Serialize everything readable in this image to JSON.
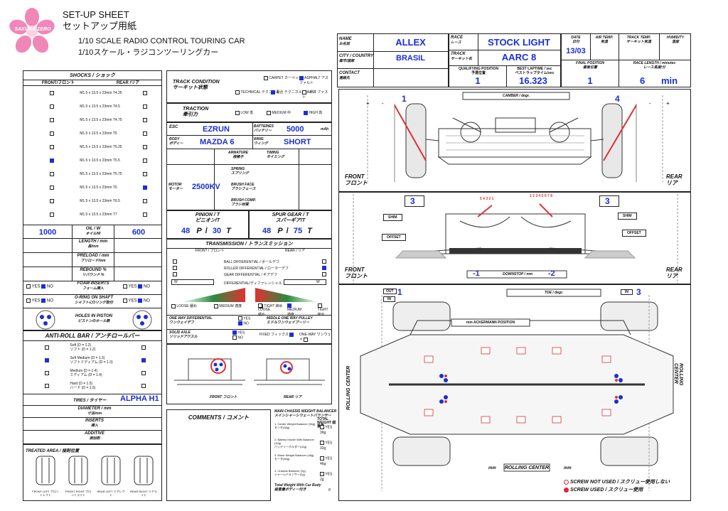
{
  "header": {
    "logo_text": "SAKURA ZERO",
    "title_en": "SET-UP SHEET",
    "title_jp": "セットアップ用紙",
    "scale_en": "1/10 SCALE RADIO CONTROL TOURING CAR",
    "scale_jp": "1/10スケール・ラジコンツーリングカー"
  },
  "info": {
    "name_label": "NAME",
    "name_label_jp": "お名前",
    "name_value": "ALLEX",
    "city_label": "CITY / COUNTRY",
    "city_label_jp": "都市/国家",
    "city_value": "BRASIL",
    "contact_label": "CONTACT",
    "contact_label_jp": "連絡先",
    "race_label": "RACE",
    "race_label_jp": "レース",
    "race_value": "STOCK LIGHT",
    "track_label": "TRACK",
    "track_label_jp": "サーキット名",
    "track_value": "AARC 8",
    "qual_label": "QUALIFYING POSITION",
    "qual_label_jp": "予選位置",
    "qual_value": "1",
    "best_label": "BEST LAPTIME / sec",
    "best_label_jp": "ベストラップタイム/sec",
    "best_value": "16.323",
    "date_label": "DATE",
    "date_label_jp": "日付",
    "date_value": "13/03",
    "air_label": "AIR TEMP.",
    "air_label_jp": "気温",
    "tracktemp_label": "TRACK TEMP.",
    "tracktemp_label_jp": "サーキット気温",
    "humidity_label": "HUMIDITY",
    "humidity_label_jp": "湿度",
    "final_label": "FINAL POSITION",
    "final_label_jp": "最後位置",
    "final_value": "1",
    "length_label": "RACE LENGTH / minutes",
    "length_label_jp": "レース長度/分",
    "length_value": "6",
    "length_unit": "min"
  },
  "shocks": {
    "title": "SHOCKS / ショック",
    "front_label": "FRONT/フロント",
    "rear_label": "REAR /リア",
    "rows": [
      {
        "label": "M1.5 x 13.5 x 23mm T4.25",
        "front": false,
        "rear": false
      },
      {
        "label": "M1.5 x 13.5 x 23mm T4.5",
        "front": false,
        "rear": false
      },
      {
        "label": "M1.5 x 13.5 x 23mm T4.75",
        "front": false,
        "rear": false
      },
      {
        "label": "M1.5 x 13.5 x 23mm T5",
        "front": false,
        "rear": false
      },
      {
        "label": "M1.5 x 13.5 x 23mm T5.25",
        "front": false,
        "rear": false
      },
      {
        "label": "M1.5 x 13.5 x 23mm T5.5",
        "front": true,
        "rear": false
      },
      {
        "label": "M1.5 x 13.5 x 23mm T5.75",
        "front": false,
        "rear": false
      },
      {
        "label": "M1.5 x 13.5 x 23mm T6",
        "front": false,
        "rear": true
      },
      {
        "label": "M1.5 x 13.5 x 23mm T6.5",
        "front": false,
        "rear": false
      },
      {
        "label": "M1.5 x 13.5 x 23mm T7",
        "front": false,
        "rear": false
      }
    ],
    "oil_front": "1000",
    "oil_label": "OIL / W",
    "oil_label_jp": "オイル/W",
    "oil_rear": "600",
    "length_label": "LENGTH / mm",
    "length_label_jp": "長/mm",
    "preload_label": "PRELOAD / mm",
    "preload_label_jp": "プリロード/mm",
    "rebound_label": "REBOUND %",
    "rebound_label_jp": "リバウンド %",
    "foam_label": "FOAM INSERTS",
    "foam_label_jp": "フォーム挿入",
    "oring_label": "O-RING ON SHAFT",
    "oring_label_jp": "シャフトにOリング取付",
    "holes_label": "HOLES IN PISTON",
    "holes_label_jp": "ピストンのホール数",
    "yes": "YES",
    "no": "NO"
  },
  "antiroll": {
    "title": "ANTI-ROLL BAR / アンチロールバー",
    "rows": [
      {
        "en": "Soft (D = 1.2)",
        "jp": "ソフト (D = 1.2)",
        "front": false,
        "rear": false
      },
      {
        "en": "Soft Medium (D = 1.3)",
        "jp": "ソフトミディアム (D = 1.3)",
        "front": true,
        "rear": true
      },
      {
        "en": "Medium (D = 1.4)",
        "jp": "ミディアム (D = 1.4)",
        "front": false,
        "rear": false
      },
      {
        "en": "Hard (D = 1.5)",
        "jp": "ハード (D = 1.5)",
        "front": false,
        "rear": false
      }
    ],
    "tires_label": "TIRES / タイヤー",
    "tires_value": "ALPHA H1",
    "diameter_label": "DIAMETER / mm",
    "diameter_label_jp": "寸法/mm",
    "inserts_label": "INSERTS",
    "inserts_label_jp": "挿入",
    "additive_label": "ADDITIVE",
    "additive_label_jp": "添加剤",
    "treated_label": "TREATED AREA / 接剤位置",
    "tire_labels": [
      "FRONT LEFT フロントレフト",
      "FRONT RIGHT フロントライト",
      "REAR LEFT リアレフト",
      "REAR RIGHT リアライト"
    ]
  },
  "track": {
    "condition_label": "TRACK CONDITION",
    "condition_label_jp": "サーキット状態",
    "carpet": "CARPET カーペット",
    "asphalt": "ASPHALT アスファルト",
    "technical": "TECHNICAL テクニカル",
    "mixed": "混合 テクニカルミックス",
    "fast": "FAST ファスト",
    "traction_label": "TRACTION",
    "traction_label_jp": "牽引力",
    "low": "LOW 低",
    "medium": "MEDIUM 中",
    "high": "HIGH 高"
  },
  "electronics": {
    "esc_label": "ESC",
    "esc_value": "EZRUN",
    "batteries_label": "BATTERIES",
    "batteries_label_jp": "バッテリー",
    "batteries_value": "5000",
    "batteries_unit": "mAh",
    "body_label": "BODY",
    "body_label_jp": "ボディー",
    "body_value": "MAZDA 6",
    "wing_label": "WING",
    "wing_label_jp": "ウィング",
    "wing_value": "SHORT",
    "armature_label": "ARMATURE",
    "armature_label_jp": "接極子",
    "timing_label": "TIMING",
    "timing_label_jp": "タイミング",
    "motor_label": "MOTOR",
    "motor_label_jp": "モーター",
    "motor_value": "2500KV",
    "spring_label": "SPRING",
    "spring_label_jp": "スプリング",
    "brushface_label": "BRUSH FACE",
    "brushface_label_jp": "ブラシフェース",
    "brushcomp_label": "BRUSH COMP.",
    "brushcomp_label_jp": "ブラシ材質"
  },
  "gearing": {
    "pinion_label": "PINION / T",
    "pinion_label_jp": "ピニオン/T",
    "pinion_a": "48",
    "pinion_p": "P",
    "pinion_t": "30",
    "pinion_tl": "T",
    "spur_label": "SPUR GEAR / T",
    "spur_label_jp": "スパーギア/T",
    "spur_a": "48",
    "spur_p": "P",
    "spur_t": "75",
    "spur_tl": "T"
  },
  "transmission": {
    "title": "TRANSMISSION / トランスミッション",
    "front_label": "FRONT / フロント",
    "rear_label": "REAR / リア",
    "ball": "BALL DIFFERENTIAL / ボールデフ",
    "roller": "ROLLER DIFFERENTIAL / ローラーデフ",
    "gear": "GEAR DIFFERENTIAL / ギアデフ",
    "diff_label": "DIFFERENTIAL/ディファレンシャル",
    "w": "W",
    "scale": [
      "LOOSE 緩め",
      "MEDIUM 適度",
      "TIGHT 締め"
    ],
    "oneway_label": "ONE WAY DIFFERENTIAL",
    "oneway_label_jp": "ワンウェイデフ",
    "middle_label": "MIDDLE ONE WAY PULLEY",
    "middle_label_jp": "ミドルワンウェイプーリー",
    "solid_label": "SOLID AXLE",
    "solid_label_jp": "ソリッドアクスル",
    "fixed": "FIXED フィックス",
    "oneway": "ONE-WAY ワンウェイ",
    "yes": "YES",
    "no": "NO",
    "front_caption": "FRONT フロント",
    "rear_caption": "REAR リア"
  },
  "comments": {
    "label": "COMMENTS / コメント"
  },
  "balancer": {
    "title": "MAIN CHASSIS WEIGHT BALANCER",
    "title_jp": "メインシャーシウェートバランサー",
    "total": "TOTAL WEIGHT 総重量",
    "items": [
      {
        "en": "1. Center Weight Balancer (36g)",
        "jp": "センタ(36g)",
        "value": "36g"
      },
      {
        "en": "2. Battery Holder With Balancer (32g)",
        "jp": "バッテリーホルダー(32g)",
        "value": "32g"
      },
      {
        "en": "3. Motor Weight Balancer (46g)",
        "jp": "モータ(46g)",
        "value": "46g"
      },
      {
        "en": "4. Chassis Balancer (2g)",
        "jp": "シャーシバランサー(2g)",
        "value": "2g"
      }
    ],
    "yes": "YES",
    "total_body": "Total Weight With Car Body",
    "total_body_jp": "総重量ボディー付き",
    "total_unit": "g"
  },
  "camber": {
    "left_value": "1",
    "right_value": "4",
    "label": "CAMBER / degr.",
    "front_label": "FRONT",
    "front_label_jp": "フロント",
    "rear_label": "REAR",
    "rear_label_jp": "リア"
  },
  "droop": {
    "left_value": "3",
    "right_value": "3",
    "shim": "SHIM",
    "offset": "OFFSET",
    "downstop_left": "-1",
    "downstop_right": "-2",
    "downstop_label": "DOWNSTOP / mm",
    "numbers_left": "5 4 3 2 1",
    "numbers_right": "1 2 3 4 5 6 7 8",
    "front_label": "FRONT",
    "front_label_jp": "フロント",
    "rear_label": "REAR",
    "rear_label_jp": "リア"
  },
  "toe": {
    "out_label": "OUT",
    "in_label": "IN",
    "out_value": "1",
    "in_value": "3",
    "label": "TOE / degr.",
    "ackermann": "mm ACKERMANN POSITION",
    "rolling_center": "ROLLING CENTER",
    "mm": "mm"
  },
  "legend": {
    "not_used": "SCREW NOT USED / スクリュー使用しない",
    "used": "SCREW USED / スクリュー使用",
    "used_color": "#e0243a"
  }
}
